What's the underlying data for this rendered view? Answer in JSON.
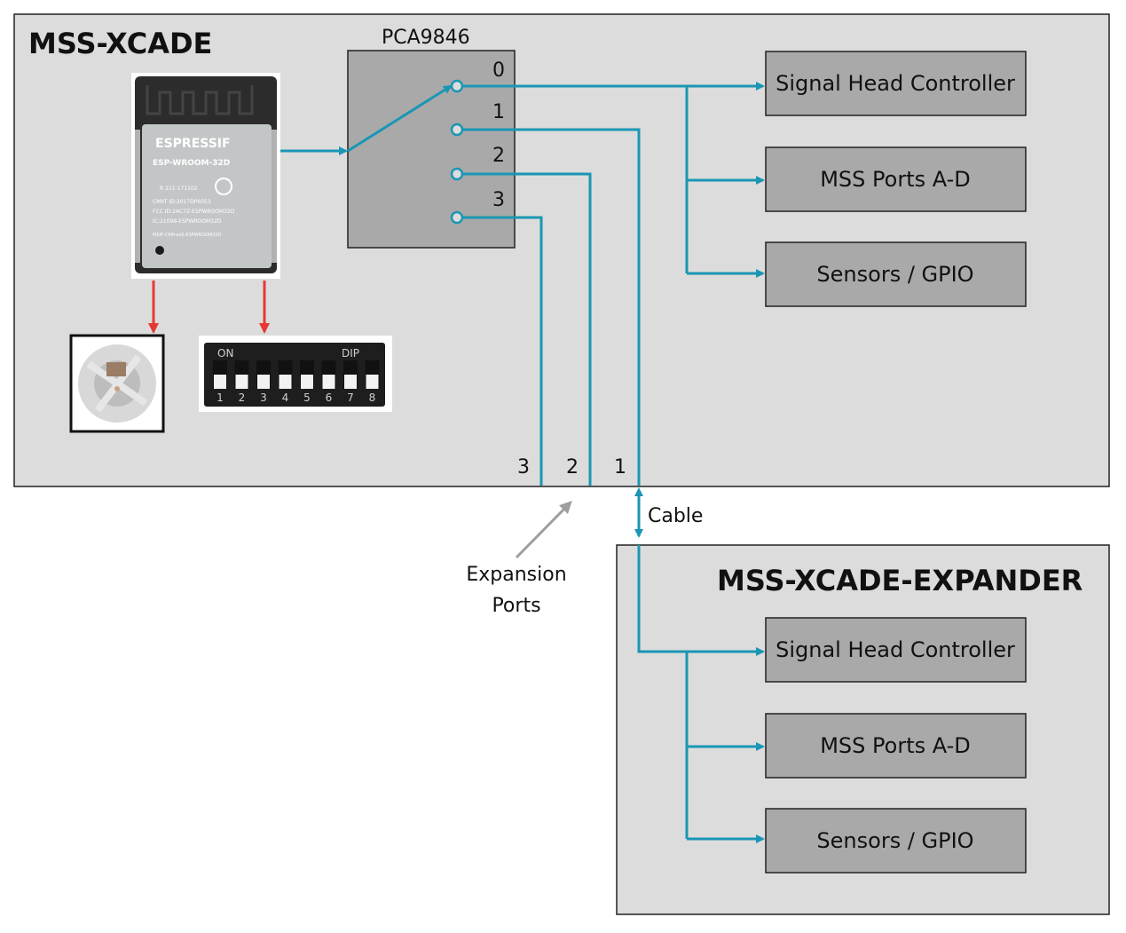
{
  "boards": {
    "main": {
      "title": "MSS-XCADE"
    },
    "expander": {
      "title": "MSS-XCADE-EXPANDER"
    }
  },
  "mux": {
    "name": "PCA9846",
    "channels": [
      "0",
      "1",
      "2",
      "3"
    ]
  },
  "modules": {
    "main": [
      "Signal Head Controller",
      "MSS Ports A-D",
      "Sensors / GPIO"
    ],
    "expander": [
      "Signal Head Controller",
      "MSS Ports A-D",
      "Sensors / GPIO"
    ]
  },
  "expansion_ports": {
    "labels": [
      "3",
      "2",
      "1"
    ],
    "caption_line1": "Expansion",
    "caption_line2": "Ports"
  },
  "cable_label": "Cable",
  "esp_module": {
    "brand": "ESPRESSIF",
    "model": "ESP-WROOM-32D",
    "lines": [
      "R 211-171102",
      "CMIIT ID:2017DP6053",
      "FCC ID:2AC7Z-ESPWROOM32D",
      "IC:21098-ESPWROOM32D",
      "MSIP-CRM-es5-ESPWROOM32D"
    ]
  },
  "dip_switch": {
    "on_label": "ON",
    "dip_label": "DIP",
    "numbers": [
      "1",
      "2",
      "3",
      "4",
      "5",
      "6",
      "7",
      "8"
    ]
  },
  "colors": {
    "wire": "#1a96b4",
    "alert_arrow": "#e53935",
    "callout_arrow": "#9e9e9e",
    "board_bg": "#dcdcdc",
    "module_bg": "#a9a9a9"
  }
}
